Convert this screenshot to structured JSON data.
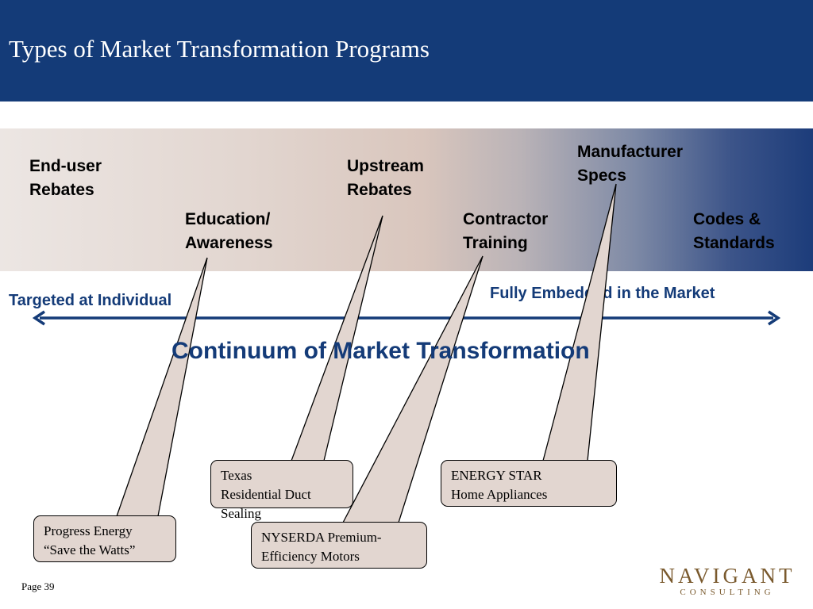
{
  "slide": {
    "title": "Types of Market Transformation Programs",
    "page_label": "Page 39",
    "colors": {
      "header": "#143b78",
      "accent_text": "#143b78",
      "callout_fill": "#e2d6d0"
    }
  },
  "categories": [
    {
      "id": "end-user-rebates",
      "lines": [
        "End-user",
        "Rebates"
      ]
    },
    {
      "id": "education-awareness",
      "lines": [
        "Education/",
        "Awareness"
      ]
    },
    {
      "id": "upstream-rebates",
      "lines": [
        "Upstream",
        "Rebates"
      ]
    },
    {
      "id": "contractor-training",
      "lines": [
        "Contractor",
        "Training"
      ]
    },
    {
      "id": "manufacturer-specs",
      "lines": [
        "Manufacturer",
        "Specs"
      ]
    },
    {
      "id": "codes-standards",
      "lines": [
        "Codes &",
        "Standards"
      ]
    }
  ],
  "axis": {
    "left_label": "Targeted at Individual",
    "right_label": "Fully Embedded in the Market",
    "caption": "Continuum of Market Transformation",
    "arrow": "double-headed"
  },
  "examples": [
    {
      "id": "progress-energy",
      "lines": [
        "Progress Energy",
        "“Save the Watts”"
      ],
      "points_to": "Education/ Awareness"
    },
    {
      "id": "texas-duct",
      "lines": [
        "Texas",
        "Residential Duct",
        "Sealing"
      ],
      "points_to": "Upstream Rebates"
    },
    {
      "id": "nyserda",
      "lines": [
        "NYSERDA Premium-",
        "Efficiency Motors"
      ],
      "points_to": "Contractor Training"
    },
    {
      "id": "energy-star",
      "lines": [
        "ENERGY STAR",
        "Home Appliances"
      ],
      "points_to": "Manufacturer Specs"
    }
  ],
  "logo": {
    "main": "NAVIGANT",
    "sub": "CONSULTING"
  }
}
